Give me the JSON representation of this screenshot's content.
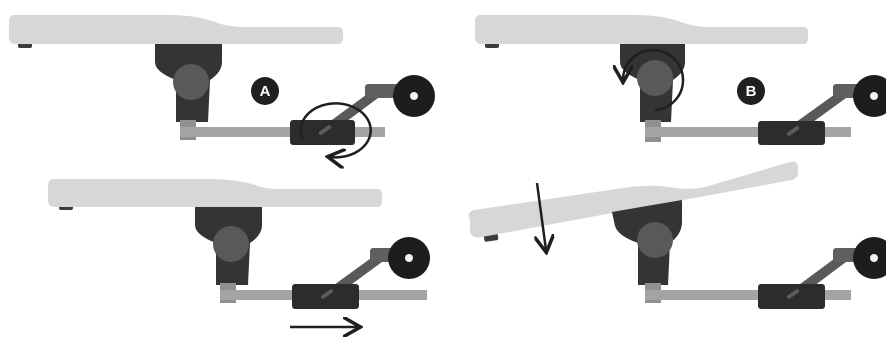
{
  "figure": {
    "panels": [
      {
        "id": "top-left",
        "badge": "A",
        "motion": "rotate-clamp-knob"
      },
      {
        "id": "top-right",
        "badge": "B",
        "motion": "rotate-pivot-joint"
      },
      {
        "id": "bottom-left",
        "badge": "",
        "motion": "slide-clamp-right"
      },
      {
        "id": "bottom-right",
        "badge": "",
        "motion": "tilt-armrest-down"
      }
    ],
    "colors": {
      "pad": "#d6d7d6",
      "pad_foot": "#3a3b3b",
      "mount_dark": "#333535",
      "mount_ball": "#58595a",
      "post_light": "#8f9090",
      "rail": "#a3a4a4",
      "clamp": "#2b2d2d",
      "knob": "#1d1d1d",
      "knob_center": "#f4f4f4",
      "arrow": "#1f1f1f",
      "badge": "#202020",
      "badge_text": "#ffffff"
    }
  }
}
